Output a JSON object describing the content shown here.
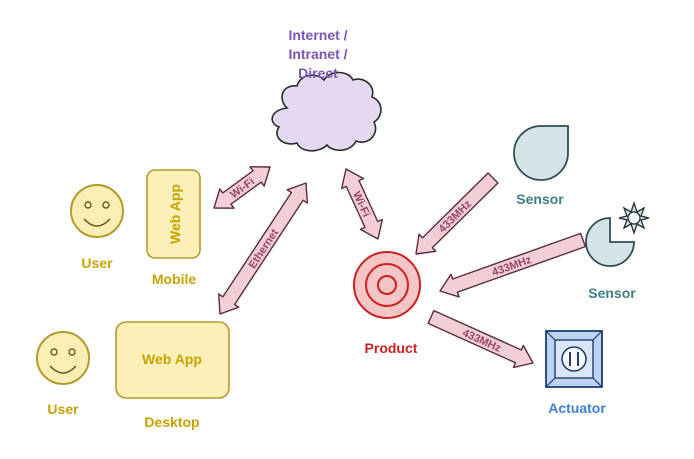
{
  "colors": {
    "user": "#c9a100",
    "user_fill": "#fbeeb5",
    "webapp_fill": "#fcf0b8",
    "webapp_stroke": "#b39a2c",
    "cloud_fill": "#e4d9f1",
    "cloud_stroke": "#2b2b2b",
    "cloud_text": "#7a55b8",
    "arrow_fill": "#f2cfd6",
    "arrow_stroke": "#5a2d3c",
    "arrow_text": "#9a4566",
    "product": "#cc1f1f",
    "product_fill": "#f6c5c5",
    "sensor": "#3f7f86",
    "sensor_fill": "#d4e3e5",
    "actuator": "#3f7fd6",
    "actuator_fill": "#bcd3f2"
  },
  "cloud": {
    "label_lines": [
      "Internet /",
      "Intranet /",
      "Direct"
    ],
    "icon": "cloud-icon"
  },
  "mobile": {
    "user_label": "User",
    "app_label": "Web App",
    "device_label": "Mobile",
    "icon": "smiley-face-icon"
  },
  "desktop": {
    "user_label": "User",
    "app_label": "Web App",
    "device_label": "Desktop",
    "icon": "smiley-face-icon"
  },
  "product": {
    "label": "Product",
    "icon": "target-icon"
  },
  "sensor_1": {
    "label": "Sensor",
    "icon": "teardrop-icon"
  },
  "sensor_2": {
    "label": "Sensor",
    "icon": "light-sensor-icon"
  },
  "actuator": {
    "label": "Actuator",
    "icon": "actuator-icon"
  },
  "links": {
    "mobile_cloud": "Wi-Fi",
    "desktop_cloud": "Ethernet",
    "cloud_product": "Wi-Fi",
    "sensor1_product": "433MHz",
    "sensor2_product": "433MHz",
    "product_actuator": "433MHz"
  }
}
